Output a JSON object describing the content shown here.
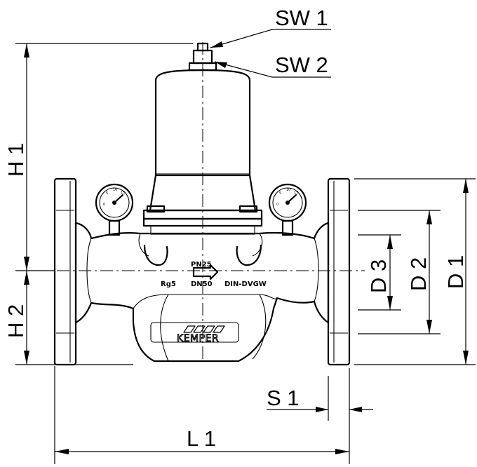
{
  "labels": {
    "sw1": "SW 1",
    "sw2": "SW 2",
    "h1": "H 1",
    "h2": "H 2",
    "d1": "D 1",
    "d2": "D 2",
    "d3": "D 3",
    "s1": "S 1",
    "l1": "L 1"
  },
  "body_markings": {
    "pressure": "PN25",
    "nominal": "DN50",
    "material": "Rg5",
    "standard": "DIN-DVGW",
    "brand": "KEMPER"
  },
  "gauge_scale": [
    "0",
    "5",
    "10",
    "15"
  ]
}
